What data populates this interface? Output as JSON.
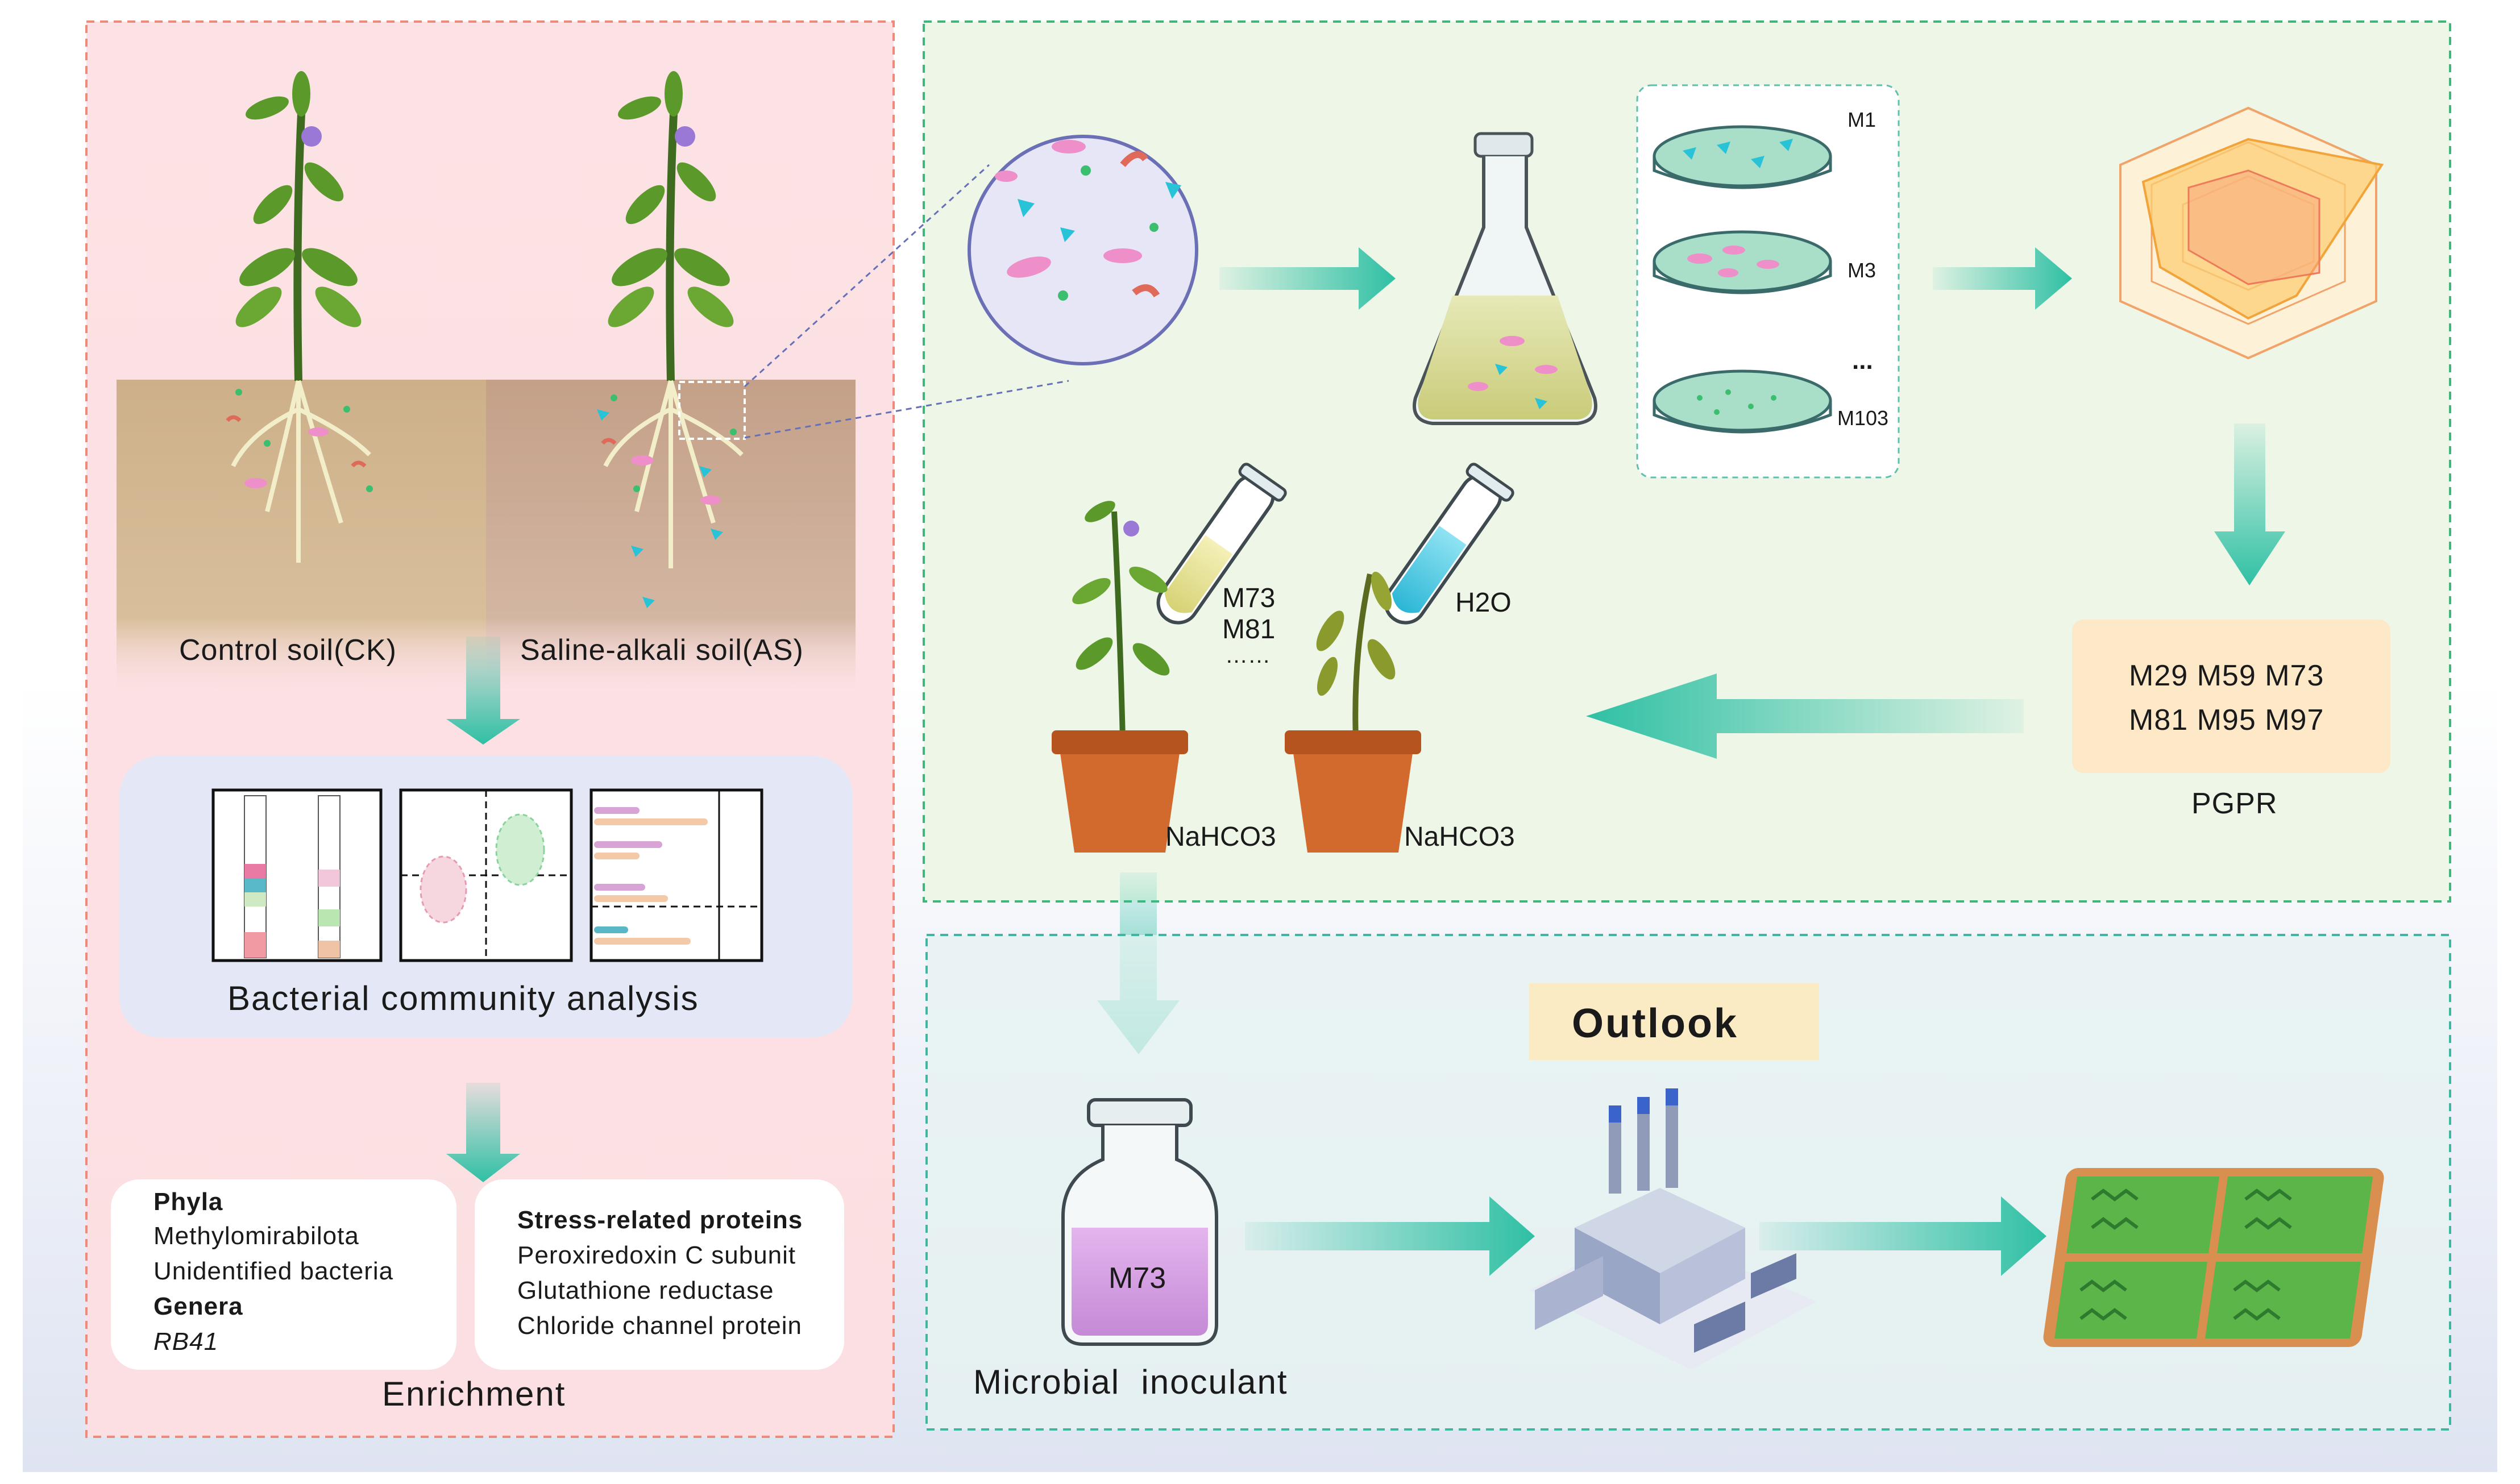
{
  "left_panel": {
    "control_soil_label": "Control soil(CK)",
    "saline_soil_label": "Saline-alkali soil(AS)",
    "community_analysis_label": "Bacterial community analysis",
    "enrichment_label": "Enrichment",
    "phyla_box": {
      "phyla_heading": "Phyla",
      "phyla_items": [
        "Methylomirabilota",
        "Unidentified bacteria"
      ],
      "genera_heading": "Genera",
      "genera_item": "RB41"
    },
    "proteins_box": {
      "heading": "Stress-related proteins",
      "items": [
        "Peroxiredoxin C subunit",
        "Glutathione reductase",
        "Chloride channel protein"
      ]
    }
  },
  "isolation_panel": {
    "plate_labels": [
      "M1",
      "M3",
      "...",
      "M103"
    ],
    "pgpr_strains_line1": "M29 M59 M73",
    "pgpr_strains_line2": "M81 M95 M97",
    "pgpr_label": "PGPR",
    "treatment_strains": [
      "M73",
      "M81",
      "……"
    ],
    "water_label": "H2O",
    "pot_labels": [
      "NaHCO3",
      "NaHCO3"
    ]
  },
  "outlook_panel": {
    "title": "Outlook",
    "inoculant_label": "M73",
    "microbial_inoculant_label": "Microbial  inoculant"
  },
  "colors": {
    "left_panel_fill": "#fde3e6",
    "right_panel_fill": "#eef6e8",
    "outlook_panel_fill": "#e6f2f1",
    "arrow_teal": "#2fc0a4",
    "pgpr_box": "#fde8c8",
    "outlook_tag": "#fbebc4"
  }
}
